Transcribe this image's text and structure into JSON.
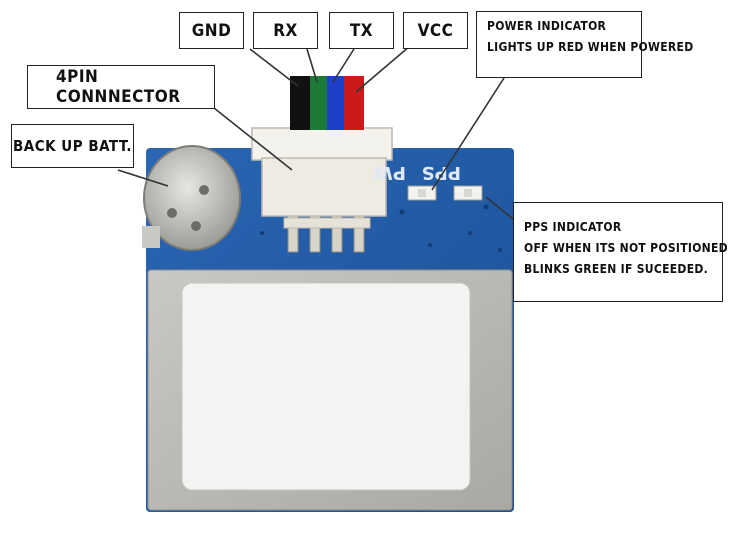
{
  "labels": {
    "gnd": "GND",
    "rx": "RX",
    "tx": "TX",
    "vcc": "VCC",
    "connector": "4PIN CONNNECTOR",
    "battery": "BACK UP BATT.",
    "power_line1": "POWER INDICATOR",
    "power_line2": "LIGHTS UP RED WHEN POWERED",
    "pps_line1": "PPS INDICATOR",
    "pps_line2": "OFF WHEN ITS NOT POSITIONED",
    "pps_line3": "BLINKS GREEN IF SUCEEDED."
  },
  "silkscreen": {
    "pps": "PPS",
    "pw": "PW"
  },
  "colors": {
    "board": "#1f5aa6",
    "wire_gnd": "#111111",
    "wire_rx": "#1d7a35",
    "wire_tx": "#1e40c8",
    "wire_vcc": "#cc1a1a",
    "antenna": "#f3f3f1"
  }
}
